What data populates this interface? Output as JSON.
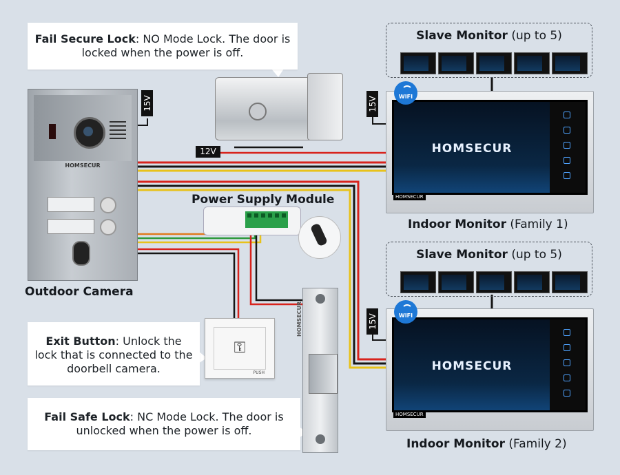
{
  "callouts": {
    "fail_secure": {
      "title": "Fail Secure Lock",
      "rest": ": NO Mode Lock. The door is locked when the power is off."
    },
    "exit_button": {
      "title": "Exit Button",
      "rest": ": Unlock the lock that is connected to the doorbell camera."
    },
    "fail_safe": {
      "title": "Fail Safe Lock",
      "rest": ": NC Mode Lock. The door is unlocked when the power is off."
    }
  },
  "labels": {
    "outdoor_camera": "Outdoor Camera",
    "power_supply": "Power Supply Module",
    "indoor1_bold": "Indoor Monitor",
    "indoor1_rest": "(Family 1)",
    "indoor2_bold": "Indoor Monitor",
    "indoor2_rest": "(Family 2)",
    "slave1_bold": "Slave Monitor",
    "slave1_rest": "(up to 5)",
    "slave2_bold": "Slave Monitor",
    "slave2_rest": "(up to 5)"
  },
  "voltages": {
    "camera": "15V",
    "lock": "12V",
    "monitor1": "15V",
    "monitor2": "15V"
  },
  "branding": {
    "monitor_logo": "HOMSECUR",
    "monitor_small": "HOMSECUR",
    "camera": "HOMSECUR",
    "bolt": "HOMSECUR"
  },
  "badges": {
    "wifi1": "WIFI",
    "wifi2": "WIFI"
  },
  "exit_push": "PUSH",
  "slave_count": 5,
  "colors": {
    "background": "#d9e0e8",
    "wire_red": "#d8231c",
    "wire_black": "#151515",
    "wire_yellow": "#e8c21a",
    "wire_green": "#2e9a3c",
    "wire_orange": "#e07a1c",
    "wifi_badge": "#1e78d6"
  },
  "icons": {
    "wifi": "wifi-icon",
    "key": "key-icon",
    "bell": "bell-icon",
    "remote": "remote-control-icon"
  }
}
